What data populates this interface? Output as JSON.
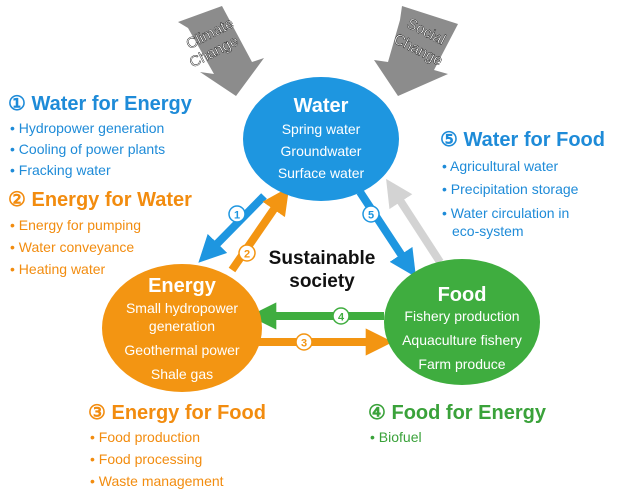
{
  "outside": {
    "climate": [
      "Climate",
      "Change"
    ],
    "social": [
      "Social",
      "Change"
    ]
  },
  "center_label": [
    "Sustainable",
    "society"
  ],
  "nodes": {
    "water": {
      "title": "Water",
      "items": [
        "Spring water",
        "Groundwater",
        "Surface water"
      ]
    },
    "energy": {
      "title": "Energy",
      "items": [
        "Small hydropower",
        "generation",
        "Geothermal power",
        "Shale gas"
      ]
    },
    "food": {
      "title": "Food",
      "items": [
        "Fishery production",
        "Aquaculture fishery",
        "Farm produce"
      ]
    }
  },
  "flows": [
    {
      "number": "①",
      "title": "Water for Energy",
      "items": [
        "Hydropower generation",
        "Cooling of power plants",
        "Fracking water"
      ]
    },
    {
      "number": "②",
      "title": "Energy for Water",
      "items": [
        "Energy for pumping",
        "Water conveyance",
        "Heating water"
      ]
    },
    {
      "number": "③",
      "title": "Energy for Food",
      "items": [
        "Food production",
        "Food processing",
        "Waste management"
      ]
    },
    {
      "number": "④",
      "title": "Food for Energy",
      "items": [
        "Biofuel"
      ]
    },
    {
      "number": "⑤",
      "title": "Water for Food",
      "items": [
        "Agricultural water",
        "Precipitation storage",
        "Water circulation in",
        "eco-system"
      ]
    }
  ],
  "arrow_numbers": [
    "1",
    "2",
    "3",
    "4",
    "5"
  ],
  "bullet": "•",
  "colors": {
    "water": "#1e96e0",
    "energy": "#f39512",
    "food": "#3fad3f",
    "grey_arrow": "#8c8c8c",
    "faded_arrow": "#d3d3d3",
    "text_blue": "#1e8bd8",
    "text_orange": "#f28c0f",
    "text_green": "#3aa23a"
  }
}
